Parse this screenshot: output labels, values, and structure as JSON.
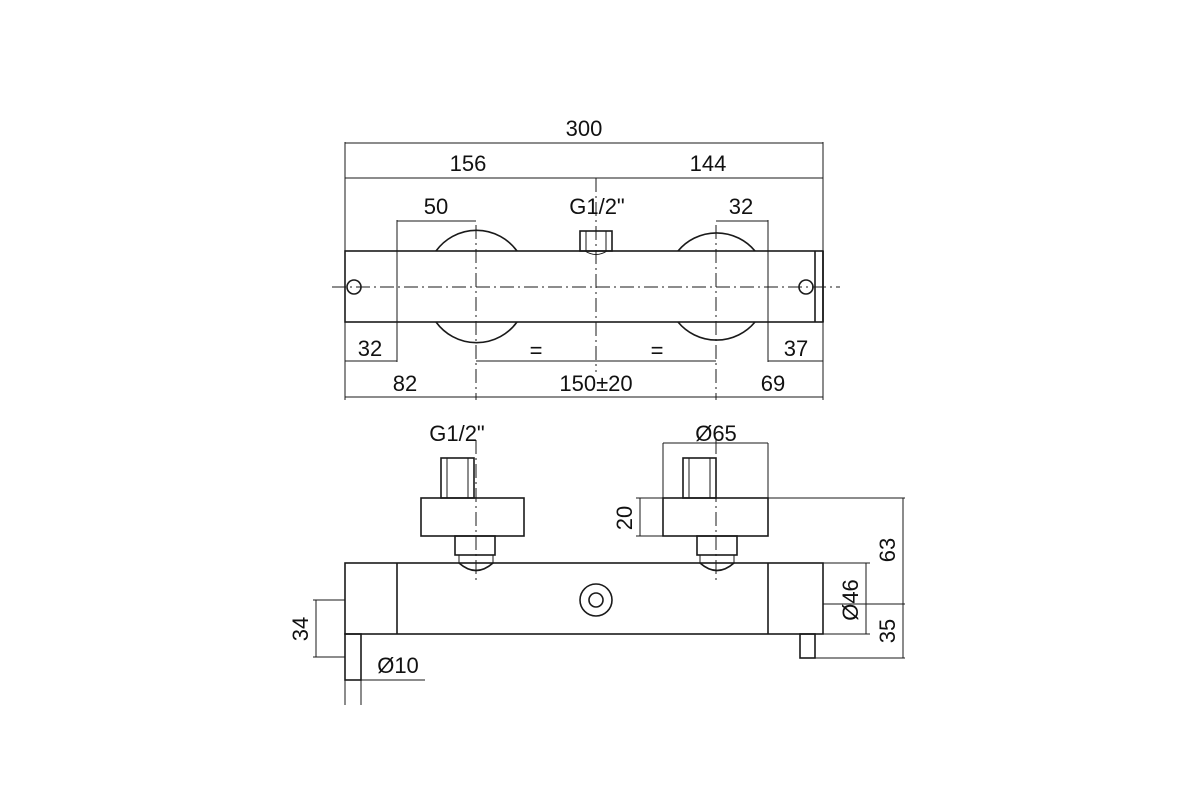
{
  "top_view": {
    "dim_overall": "300",
    "dim_left": "156",
    "dim_right": "144",
    "dim_left_spacing": "50",
    "dim_right_spacing": "32",
    "inlet_label": "G1/2\"",
    "dim_left_end": "32",
    "dim_right_end": "37",
    "equal_left": "=",
    "equal_right": "=",
    "dim_bottom_left": "82",
    "dim_centres": "150±20",
    "dim_bottom_right": "69"
  },
  "front_view": {
    "inlet_label": "G1/2\"",
    "dim_flange_dia": "Ø65",
    "dim_flange_thk": "20",
    "dim_height": "63",
    "dim_body_dia": "Ø46",
    "dim_outlet_height": "35",
    "dim_outlet_offset": "34",
    "dim_outlet_dia": "Ø10"
  }
}
